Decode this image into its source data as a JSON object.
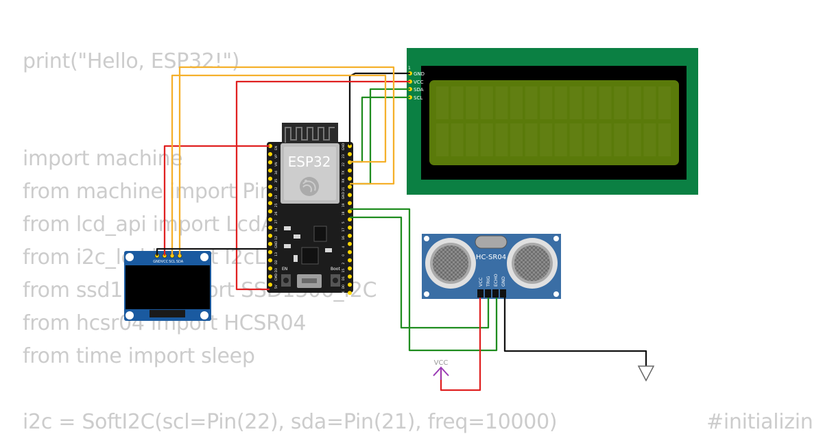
{
  "code_lines": [
    {
      "text": "print(\"Hello, ESP32!\")"
    },
    {
      "text": "import machine"
    },
    {
      "text": "from machine import Pin, I2C"
    },
    {
      "text": "from lcd_api import LcdApi"
    },
    {
      "text": "from i2c_lcd import I2cLcd"
    },
    {
      "text": "from ssd1306 import SSD1306_I2C"
    },
    {
      "text": "from hcsr04 import HCSR04"
    },
    {
      "text": "from time import sleep"
    },
    {
      "text": "i2c = SoftI2C(scl=Pin(22), sda=Pin(21), freq=10000)"
    },
    {
      "text": "#initializin"
    }
  ],
  "esp32": {
    "label": "ESP32",
    "left_pins": [
      "EN",
      "VP",
      "VN",
      "34",
      "35",
      "32",
      "33",
      "25",
      "26",
      "27",
      "14",
      "12",
      "GND",
      "13",
      "D2",
      "D3",
      "CMD",
      "5V"
    ],
    "right_pins": [
      "GND",
      "23",
      "22",
      "TX",
      "RX",
      "21",
      "GND",
      "19",
      "18",
      "5",
      "17",
      "16",
      "4",
      "0",
      "2",
      "15",
      "D1",
      "D0",
      "CLK"
    ],
    "button_en": "EN",
    "button_boot": "Boot"
  },
  "lcd": {
    "pin_number": "1",
    "pins": [
      "GND",
      "VCC",
      "SDA",
      "SCL"
    ],
    "colors": {
      "board": "#0b8043",
      "bezel": "#000000",
      "screen": "#5a7a0a"
    }
  },
  "oled": {
    "pins": [
      "GND",
      "VCC",
      "SCL",
      "SDA"
    ],
    "colors": {
      "board": "#1a5aa0",
      "screen": "#000000"
    }
  },
  "hcsr04": {
    "label": "HC-SR04",
    "pins": [
      "VCC",
      "TRIG",
      "ECHO",
      "GND"
    ],
    "colors": {
      "board": "#3a6ea5"
    }
  },
  "vcc_label": "VCC",
  "wire_colors": {
    "red": "#e02020",
    "black": "#111111",
    "orange": "#f5b02a",
    "green": "#1e8c1e",
    "vcc": "#9b3bb5"
  }
}
